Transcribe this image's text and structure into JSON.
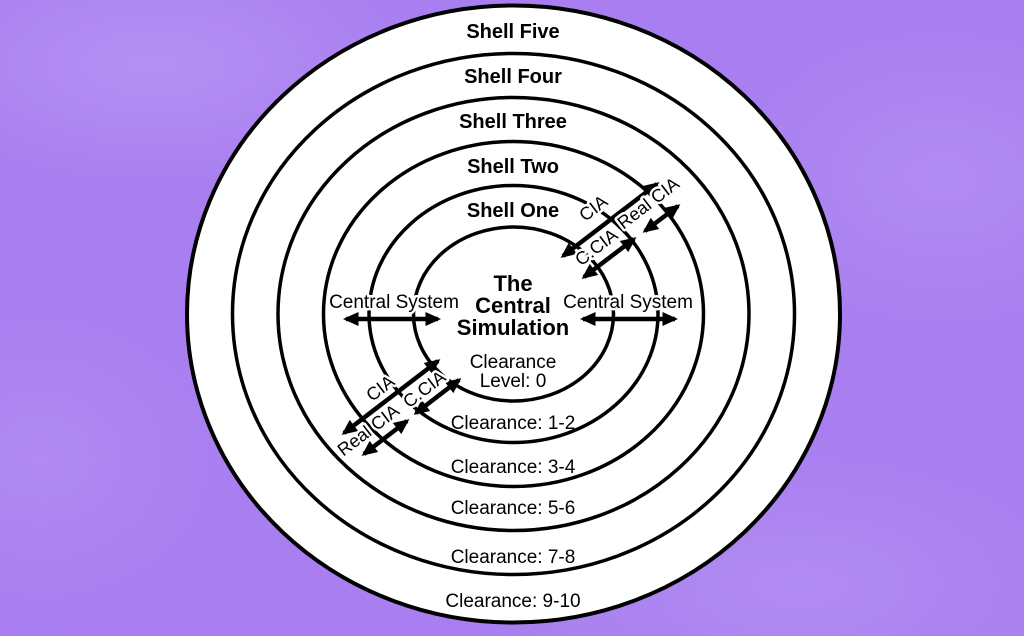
{
  "colors": {
    "background": "#a87ef0",
    "diagram_fill": "#ffffff",
    "line": "#000000",
    "text": "#000000"
  },
  "diagram": {
    "shell_labels": [
      "Shell Five",
      "Shell Four",
      "Shell Three",
      "Shell Two",
      "Shell One"
    ],
    "center": {
      "title_line_1": "The",
      "title_line_2": "Central",
      "title_line_3": "Simulation",
      "clearance_line_1": "Clearance",
      "clearance_line_2": "Level: 0"
    },
    "ring_clearances": [
      "Clearance: 1-2",
      "Clearance: 3-4",
      "Clearance: 5-6",
      "Clearance: 7-8",
      "Clearance: 9-10"
    ],
    "horizontal_arrows": {
      "left_label": "Central System",
      "right_label": "Central System"
    },
    "diagonal_arrows": {
      "top_right": {
        "long_arrow_label": "CIA",
        "labels_between": [
          "C.CIA",
          "Real CIA"
        ]
      },
      "bottom_left": {
        "long_arrow_label": "CIA",
        "labels_between": [
          "Real CIA",
          "C.CIA"
        ]
      }
    }
  }
}
